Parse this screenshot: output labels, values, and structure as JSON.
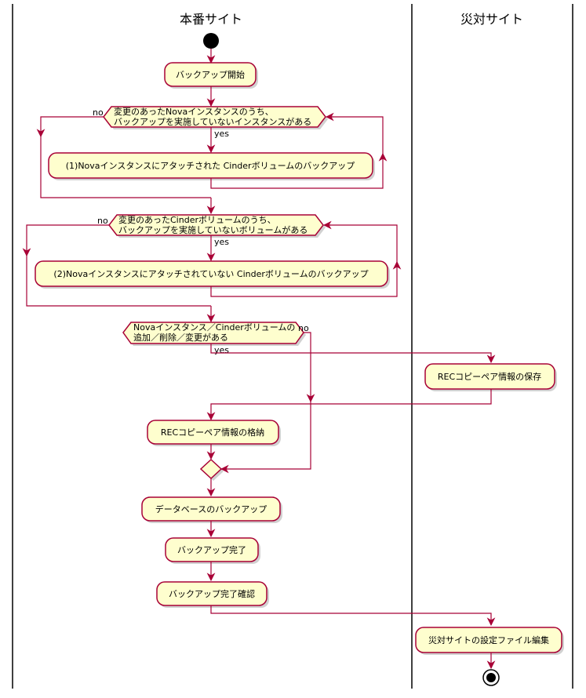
{
  "lanes": {
    "production": "本番サイト",
    "dr": "災対サイト"
  },
  "activities": {
    "backup_start": "バックアップ開始",
    "loop1_line1": "変更のあったNovaインスタンスのうち、",
    "loop1_line2": "バックアップを実施していないインスタンスがある",
    "act1": "(1)Novaインスタンスにアタッチされた Cinderボリュームのバックアップ",
    "loop2_line1": "変更のあったCinderボリュームのうち、",
    "loop2_line2": "バックアップを実施していないボリュームがある",
    "act2": "(2)Novaインスタンスにアタッチされていない Cinderボリュームのバックアップ",
    "cond_line1": "Novaインスタンス／Cinderボリュームの",
    "cond_line2": "追加／削除／変更がある",
    "rec_save": "RECコピーペア情報の保存",
    "rec_store": "RECコピーペア情報の格納",
    "db_backup": "データベースのバックアップ",
    "backup_done": "バックアップ完了",
    "backup_confirm": "バックアップ完了確認",
    "dr_config_edit": "災対サイトの設定ファイル編集"
  },
  "labels": {
    "no": "no",
    "yes": "yes"
  },
  "colors": {
    "activity_fill": "#FEFECE",
    "border": "#A80036",
    "start_end": "#000000"
  }
}
